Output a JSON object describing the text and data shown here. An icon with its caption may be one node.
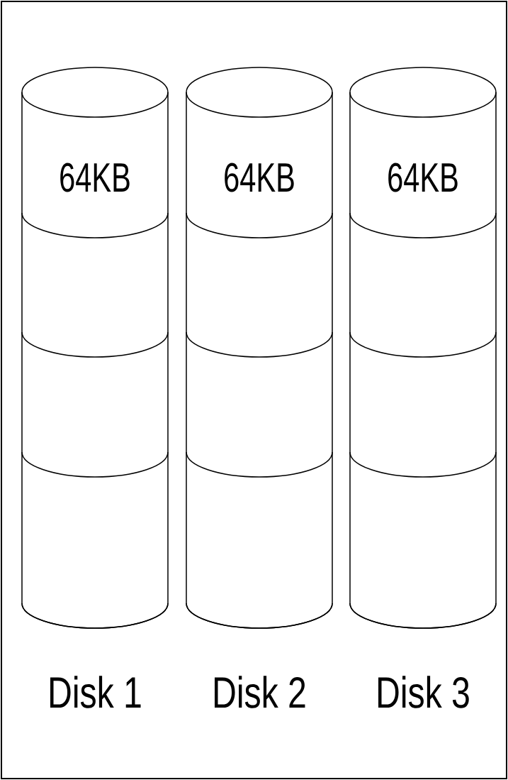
{
  "diagram": {
    "nodes": [
      {
        "text": [],
        "shape": "cylinder",
        "beside": [
          "Disk 1"
        ]
      },
      {
        "text": [
          "64KB"
        ],
        "in": 0
      },
      {
        "text": [],
        "shape": "box",
        "in": 0
      },
      {
        "text": [],
        "shape": "box",
        "in": 0
      },
      {
        "text": [],
        "shape": "box",
        "in": 0
      },
      {
        "text": [],
        "shape": "cylinder",
        "beside": [
          "Disk 2"
        ]
      },
      {
        "text": [
          "64KB"
        ],
        "in": 5
      },
      {
        "text": [],
        "shape": "box",
        "in": 5
      },
      {
        "text": [],
        "shape": "box",
        "in": 5
      },
      {
        "text": [],
        "shape": "box",
        "in": 5
      },
      {
        "text": [],
        "shape": "cylinder",
        "beside": [
          "Disk 3"
        ]
      },
      {
        "text": [
          "64KB"
        ],
        "in": 10
      },
      {
        "text": [],
        "shape": "box",
        "in": 10
      },
      {
        "text": [],
        "shape": "box",
        "in": 10
      },
      {
        "text": [],
        "shape": "box",
        "in": 10
      }
    ]
  }
}
